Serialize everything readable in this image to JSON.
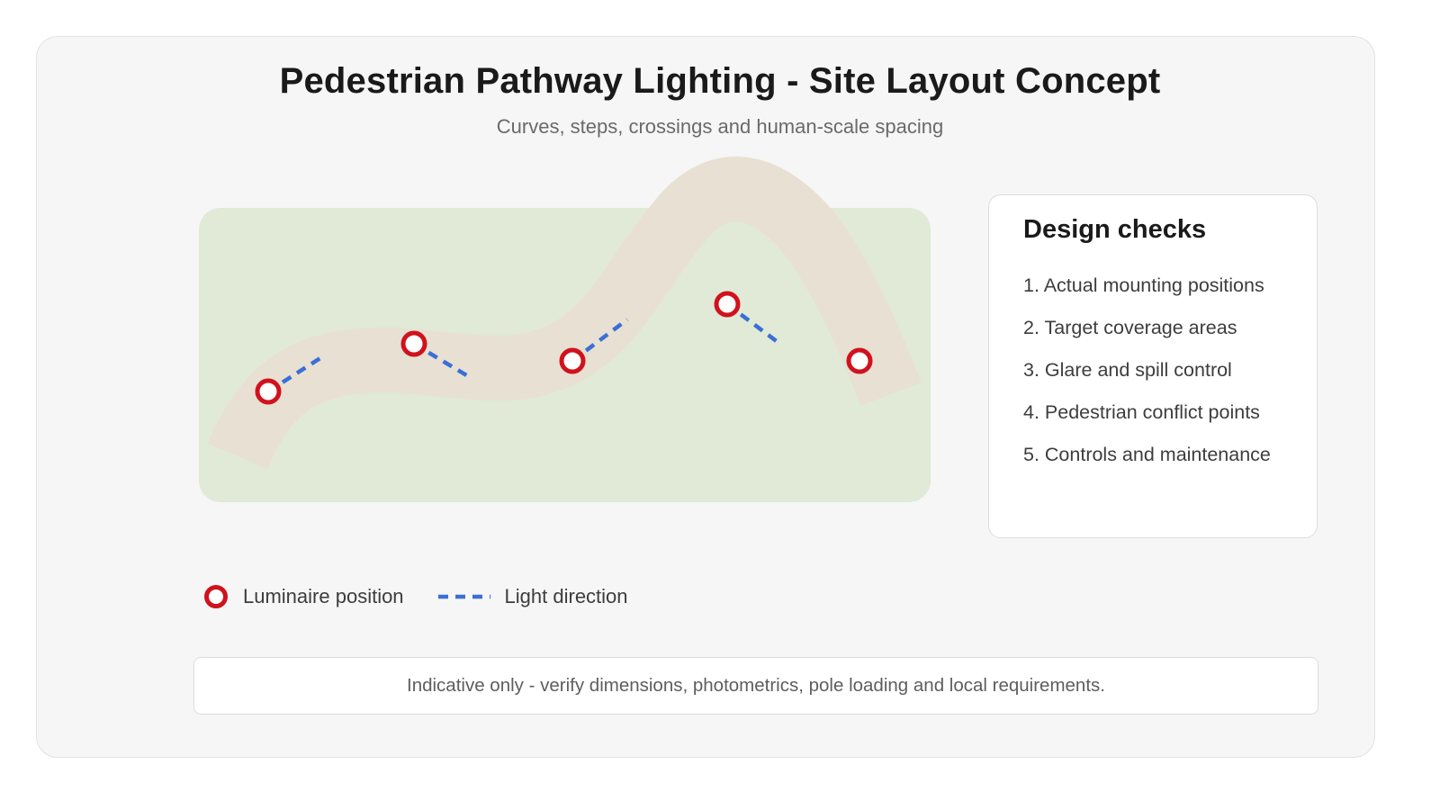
{
  "header": {
    "title": "Pedestrian Pathway Lighting - Site Layout Concept",
    "subtitle": "Curves, steps, crossings and human-scale spacing"
  },
  "design_checks": {
    "title": "Design checks",
    "items": [
      "1. Actual mounting positions",
      "2. Target coverage areas",
      "3. Glare and spill control",
      "4. Pedestrian conflict points",
      "5. Controls and maintenance"
    ]
  },
  "legend": {
    "luminaire_label": "Luminaire position",
    "direction_label": "Light direction"
  },
  "footer": {
    "note": "Indicative only - verify dimensions, photometrics, pole loading and local requirements."
  },
  "colors": {
    "site_area": "#e1e9d7",
    "pathway": "#e8e0d3",
    "luminaire": "#d0121d",
    "light_direction": "#3a6fd6"
  },
  "diagram": {
    "luminaire_count": 5,
    "light_direction_count": 4
  }
}
